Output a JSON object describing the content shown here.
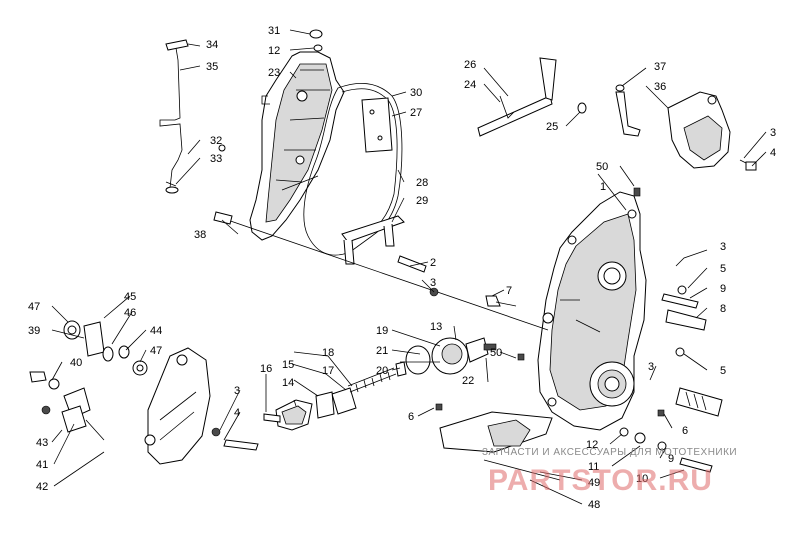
{
  "parts": [
    {
      "id": "p1",
      "num": "1"
    },
    {
      "id": "p2",
      "num": "2"
    },
    {
      "id": "p3a",
      "num": "3"
    },
    {
      "id": "p3b",
      "num": "3"
    },
    {
      "id": "p3c",
      "num": "3"
    },
    {
      "id": "p3d",
      "num": "3"
    },
    {
      "id": "p3e",
      "num": "3"
    },
    {
      "id": "p4a",
      "num": "4"
    },
    {
      "id": "p4b",
      "num": "4"
    },
    {
      "id": "p5a",
      "num": "5"
    },
    {
      "id": "p5b",
      "num": "5"
    },
    {
      "id": "p6a",
      "num": "6"
    },
    {
      "id": "p6b",
      "num": "6"
    },
    {
      "id": "p7",
      "num": "7"
    },
    {
      "id": "p8",
      "num": "8"
    },
    {
      "id": "p9a",
      "num": "9"
    },
    {
      "id": "p9b",
      "num": "9"
    },
    {
      "id": "p10",
      "num": "10"
    },
    {
      "id": "p11",
      "num": "11"
    },
    {
      "id": "p12a",
      "num": "12"
    },
    {
      "id": "p12b",
      "num": "12"
    },
    {
      "id": "p13",
      "num": "13"
    },
    {
      "id": "p14",
      "num": "14"
    },
    {
      "id": "p15",
      "num": "15"
    },
    {
      "id": "p16",
      "num": "16"
    },
    {
      "id": "p17",
      "num": "17"
    },
    {
      "id": "p18",
      "num": "18"
    },
    {
      "id": "p19",
      "num": "19"
    },
    {
      "id": "p20",
      "num": "20"
    },
    {
      "id": "p21",
      "num": "21"
    },
    {
      "id": "p22",
      "num": "22"
    },
    {
      "id": "p23",
      "num": "23"
    },
    {
      "id": "p24",
      "num": "24"
    },
    {
      "id": "p25",
      "num": "25"
    },
    {
      "id": "p26",
      "num": "26"
    },
    {
      "id": "p27",
      "num": "27"
    },
    {
      "id": "p28",
      "num": "28"
    },
    {
      "id": "p29",
      "num": "29"
    },
    {
      "id": "p30",
      "num": "30"
    },
    {
      "id": "p31",
      "num": "31"
    },
    {
      "id": "p32",
      "num": "32"
    },
    {
      "id": "p33",
      "num": "33"
    },
    {
      "id": "p34",
      "num": "34"
    },
    {
      "id": "p35",
      "num": "35"
    },
    {
      "id": "p36",
      "num": "36"
    },
    {
      "id": "p37",
      "num": "37"
    },
    {
      "id": "p38",
      "num": "38"
    },
    {
      "id": "p39",
      "num": "39"
    },
    {
      "id": "p40",
      "num": "40"
    },
    {
      "id": "p41",
      "num": "41"
    },
    {
      "id": "p42",
      "num": "42"
    },
    {
      "id": "p43",
      "num": "43"
    },
    {
      "id": "p44",
      "num": "44"
    },
    {
      "id": "p45",
      "num": "45"
    },
    {
      "id": "p46",
      "num": "46"
    },
    {
      "id": "p47a",
      "num": "47"
    },
    {
      "id": "p47b",
      "num": "47"
    },
    {
      "id": "p48",
      "num": "48"
    },
    {
      "id": "p49",
      "num": "49"
    },
    {
      "id": "p50a",
      "num": "50"
    },
    {
      "id": "p50b",
      "num": "50"
    }
  ],
  "watermark": {
    "line1": "ЗАПЧАСТИ И АКСЕССУАРЫ ДЛЯ МОТОТЕХНИКИ",
    "line2": "PARTSTOR.RU"
  }
}
